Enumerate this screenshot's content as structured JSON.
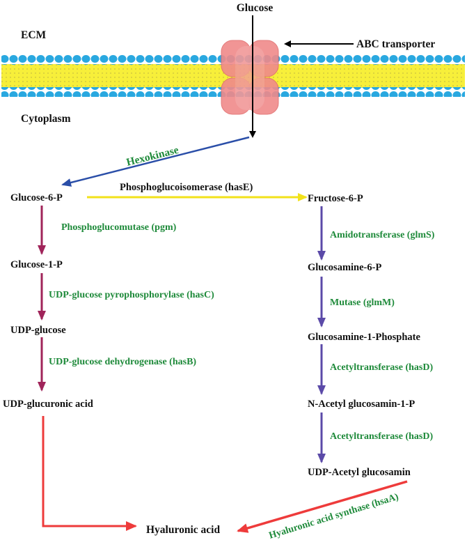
{
  "regions": {
    "ecm": "ECM",
    "cytoplasm": "Cytoplasm"
  },
  "transporter": "ABC transporter",
  "metabolites": {
    "glucose": "Glucose",
    "glucose_6_p": "Glucose-6-P",
    "fructose_6_p": "Fructose-6-P",
    "glucose_1_p": "Glucose-1-P",
    "udp_glucose": "UDP-glucose",
    "udp_glucuronic_acid": "UDP-glucuronic acid",
    "glucosamine_6_p": "Glucosamine-6-P",
    "glucosamine_1_phosphate": "Glucosamine-1-Phosphate",
    "n_acetyl_glucosamin_1_p": "N-Acetyl glucosamin-1-P",
    "udp_acetyl_glucosamin": "UDP-Acetyl glucosamin",
    "hyaluronic_acid": "Hyaluronic acid"
  },
  "enzymes": {
    "hexokinase": "Hexokinase",
    "phosphoglucoisomerase": "Phosphoglucoisomerase (hasE)",
    "phosphoglucomutase": "Phosphoglucomutase (pgm)",
    "udp_glucose_pyrophosphorylase": "UDP-glucose pyrophosphorylase (hasC)",
    "udp_glucose_dehydrogenase": "UDP-glucose dehydrogenase (hasB)",
    "amidotransferase": "Amidotransferase (glmS)",
    "mutase": "Mutase (glmM)",
    "acetyltransferase_1": "Acetyltransferase (hasD)",
    "acetyltransferase_2": "Acetyltransferase (hasD)",
    "hyaluronic_acid_synthase": "Hyaluronic acid synthase (hsaA)"
  },
  "colors": {
    "membrane_head": "#29a8e0",
    "membrane_tail": "#f7ef3a",
    "transporter": "#f08a8a",
    "enzyme_text": "#1e8a3a",
    "arrow_hexokinase": "#2a4ea8",
    "arrow_isomerase": "#f2e21a",
    "arrow_left_branch": "#a0245a",
    "arrow_right_branch": "#5b4aa8",
    "arrow_synthase": "#ee3b3b"
  }
}
